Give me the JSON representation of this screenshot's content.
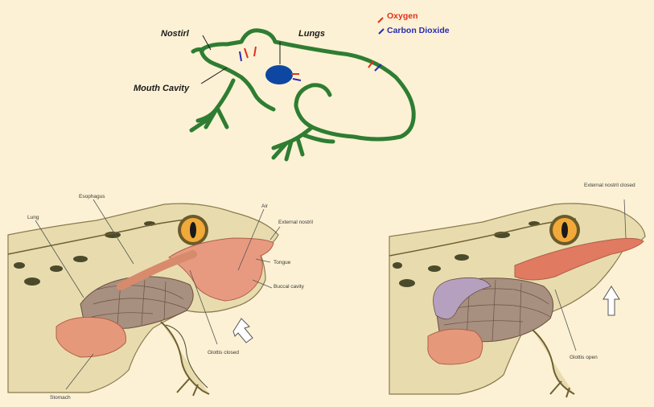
{
  "top_diagram": {
    "labels": {
      "nostril": "Nostirl",
      "lungs": "Lungs",
      "mouth_cavity": "Mouth Cavity"
    },
    "legend": [
      {
        "label": "Oxygen",
        "color": "#e0301e"
      },
      {
        "label": "Carbon Dioxide",
        "color": "#2a2ab0"
      }
    ]
  },
  "left_diagram": {
    "labels": {
      "lung": "Lung",
      "esophagus": "Esophagus",
      "air": "Air",
      "nostril": "External nostril",
      "tongue": "Tongue",
      "buccal_cavity": "Buccal cavity",
      "glottis": "Glottis closed",
      "stomach": "Stomach"
    }
  },
  "right_diagram": {
    "labels": {
      "nostril": "External nostril closed",
      "glottis": "Glottis open"
    }
  },
  "colors": {
    "frog_outline": "#2e7d32",
    "frog_skin": "#e8dcae",
    "lung_fill": "#0d47a1",
    "oxygen": "#e0301e",
    "carbon_dioxide": "#2a2ab0"
  }
}
